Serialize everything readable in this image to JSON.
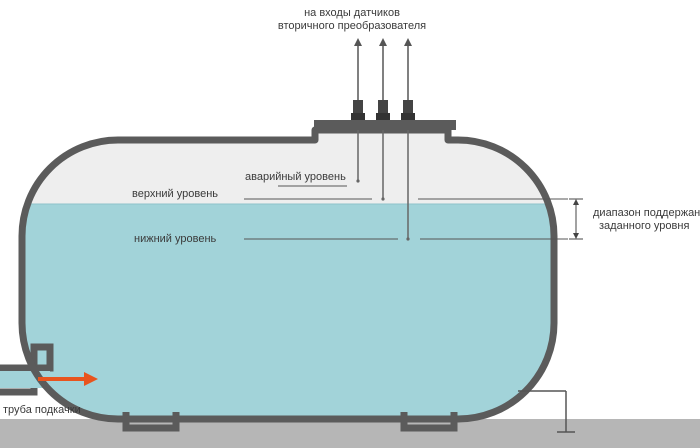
{
  "labels": {
    "sensor_inputs_line1": "на входы датчиков",
    "sensor_inputs_line2": "вторичного преобразователя",
    "emergency_level": "аварийный уровень",
    "upper_level": "верхний уровень",
    "lower_level": "нижний уровень",
    "range_line1": "диапазон поддержания",
    "range_line2": "заданного уровня",
    "feed_pipe": "труба подкачки"
  },
  "colors": {
    "tank_wall": "#5b5b5b",
    "liquid": "#a2d3d9",
    "empty_space": "#eeeeee",
    "ground": "#b6b6b6",
    "arrow": "#e8541e"
  }
}
